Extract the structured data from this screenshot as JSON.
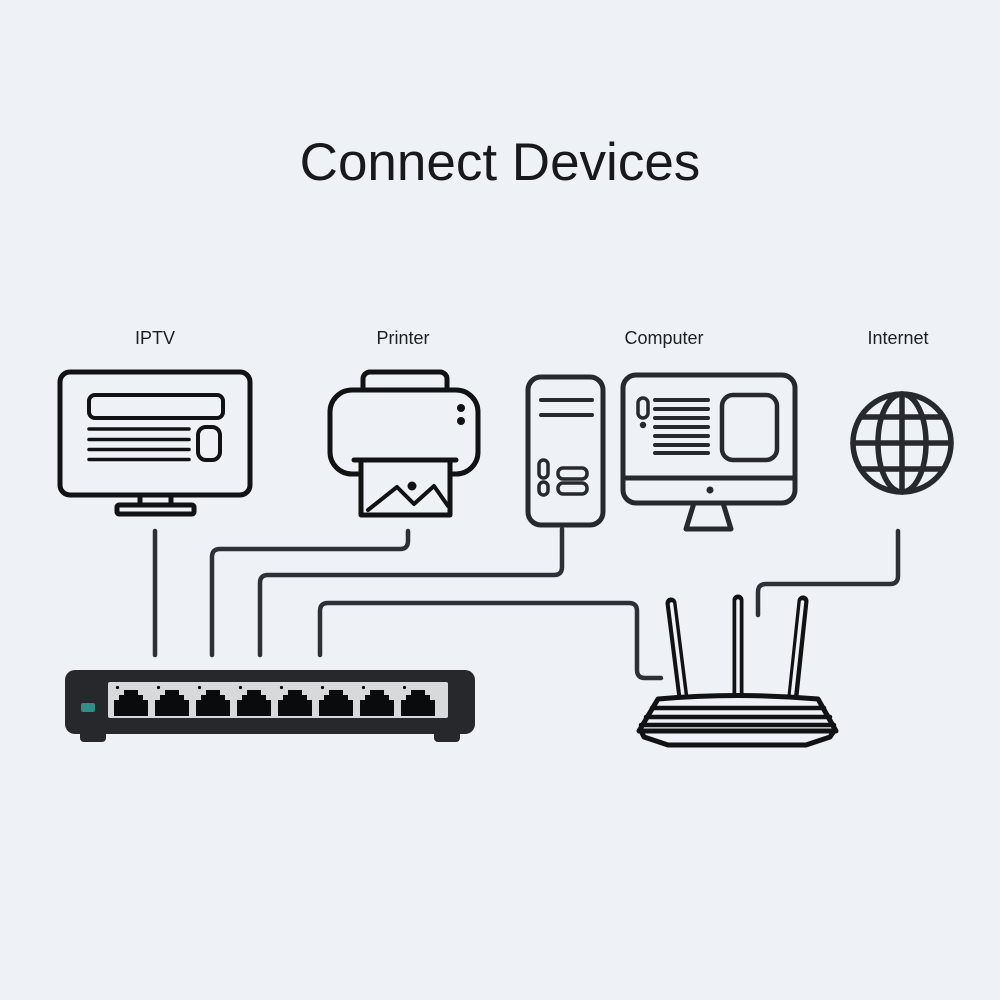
{
  "title": "Connect Devices",
  "devices": [
    {
      "id": "iptv",
      "label": "IPTV"
    },
    {
      "id": "printer",
      "label": "Printer"
    },
    {
      "id": "computer",
      "label": "Computer"
    },
    {
      "id": "internet",
      "label": "Internet"
    }
  ],
  "switch": {
    "port_count": 8
  },
  "connections": [
    {
      "from": "iptv",
      "to": "switch"
    },
    {
      "from": "printer",
      "to": "switch"
    },
    {
      "from": "computer",
      "to": "switch"
    },
    {
      "from": "switch",
      "to": "router"
    },
    {
      "from": "internet",
      "to": "router"
    }
  ],
  "colors": {
    "background": "#eef1f6",
    "title_color": "#17191c",
    "label_color": "#1d2023",
    "icon_dark": "#101214",
    "icon_mid": "#26292e",
    "cable": "#2c3137",
    "switch_body": "#26282b",
    "switch_panel": "#d8d9da",
    "port": "#0a0b0c",
    "led": "#2f8f84"
  }
}
